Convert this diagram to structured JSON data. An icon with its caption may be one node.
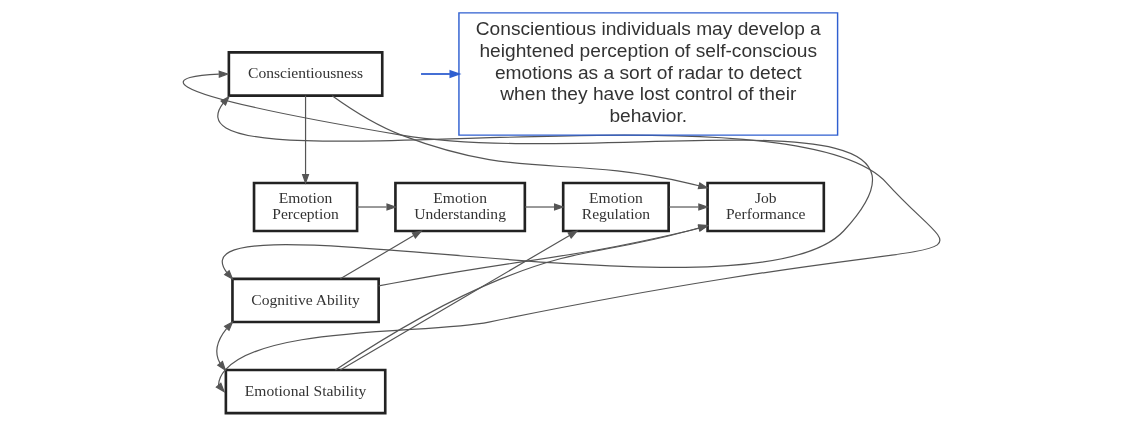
{
  "diagram": {
    "nodes": [
      {
        "text": [
          "Conscientiousness"
        ]
      },
      {
        "text": [
          "Emotion Perception"
        ]
      },
      {
        "text": [
          "Emotion Understanding"
        ]
      },
      {
        "text": [
          "Emotion Regulation"
        ]
      },
      {
        "text": [
          "Job Performance"
        ]
      },
      {
        "text": [
          "Cognitive Ability"
        ]
      },
      {
        "text": [
          "Emotional Stability"
        ]
      },
      {
        "text": [
          "Conscientious individuals may develop a heightened perception of self-conscious emotions as a sort of radar to detect when they have lost control of their behavior."
        ]
      }
    ],
    "edges": [
      {
        "from": 0,
        "to": 1,
        "arrow": "to"
      },
      {
        "from": 0,
        "to": 4,
        "arrow": "to"
      },
      {
        "from": 1,
        "to": 2,
        "arrow": "to"
      },
      {
        "from": 2,
        "to": 3,
        "arrow": "to"
      },
      {
        "from": 3,
        "to": 4,
        "arrow": "to"
      },
      {
        "from": 5,
        "to": 2,
        "arrow": "to"
      },
      {
        "from": 5,
        "to": 4,
        "arrow": "to"
      },
      {
        "from": 6,
        "to": 3,
        "arrow": "to"
      },
      {
        "from": 6,
        "to": 4,
        "arrow": "to"
      },
      {
        "from": 0,
        "to": 5,
        "arrow": "both"
      },
      {
        "from": 0,
        "to": 6,
        "arrow": "both"
      },
      {
        "from": 5,
        "to": 6,
        "arrow": "both"
      },
      {
        "from": null,
        "to": 7,
        "arrow": "to",
        "color": "#2f5fd0"
      }
    ]
  }
}
